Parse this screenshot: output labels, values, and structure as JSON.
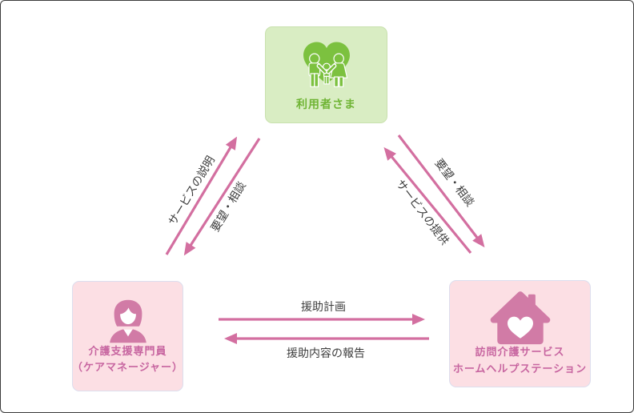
{
  "diagram": {
    "title": "care-service-relationship-diagram",
    "nodes": {
      "user": {
        "label": "利用者さま",
        "icon": "family-heart-icon",
        "bg_color": "#d9edc3",
        "text_color": "#6fb434",
        "icon_color": "#7cc13f"
      },
      "care_manager": {
        "label_line1": "介護支援専門員",
        "label_line2": "（ケアマネージャー）",
        "icon": "care-manager-woman-icon",
        "bg_color": "#fcdfe4",
        "text_color": "#c765a0",
        "icon_color": "#d17ba6"
      },
      "home_help": {
        "label_line1": "訪問介護サービス",
        "label_line2": "ホームヘルプステーション",
        "icon": "house-heart-icon",
        "bg_color": "#fcdfe4",
        "text_color": "#c765a0",
        "icon_color": "#d17ba6"
      }
    },
    "edges": {
      "service_explanation": {
        "label": "サービスの説明",
        "from": "care_manager",
        "to": "user"
      },
      "request_consult_left": {
        "label": "要望・相談",
        "from": "user",
        "to": "care_manager"
      },
      "request_consult_right": {
        "label": "要望・相談",
        "from": "user",
        "to": "home_help"
      },
      "service_provision": {
        "label": "サービスの提供",
        "from": "home_help",
        "to": "user"
      },
      "assistance_plan": {
        "label": "援助計画",
        "from": "care_manager",
        "to": "home_help"
      },
      "assistance_report": {
        "label": "援助内容の報告",
        "from": "home_help",
        "to": "care_manager"
      }
    },
    "colors": {
      "arrow": "#d36fa0",
      "edge_label_text": "#3d3d3d",
      "canvas_border": "#3b3b3b",
      "canvas_bg": "#ffffff"
    }
  }
}
